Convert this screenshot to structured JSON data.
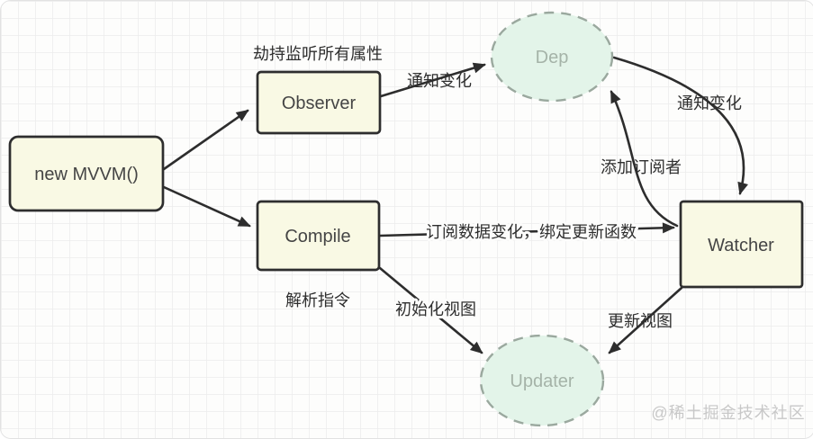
{
  "diagram": {
    "kind": "flowchart",
    "nodes": [
      {
        "id": "new-mvvm",
        "label": "new MVVM()",
        "shape": "rounded-rect"
      },
      {
        "id": "observer",
        "label": "Observer",
        "shape": "rect",
        "note": "劫持监听所有属性"
      },
      {
        "id": "compile",
        "label": "Compile",
        "shape": "rect",
        "note": "解析指令"
      },
      {
        "id": "watcher",
        "label": "Watcher",
        "shape": "rect"
      },
      {
        "id": "dep",
        "label": "Dep",
        "shape": "dashed-ellipse"
      },
      {
        "id": "updater",
        "label": "Updater",
        "shape": "dashed-ellipse"
      }
    ],
    "edges": [
      {
        "from": "new-mvvm",
        "to": "observer",
        "label": ""
      },
      {
        "from": "new-mvvm",
        "to": "compile",
        "label": ""
      },
      {
        "from": "observer",
        "to": "dep",
        "label": "通知变化"
      },
      {
        "from": "dep",
        "to": "watcher",
        "label": "通知变化"
      },
      {
        "from": "watcher",
        "to": "dep",
        "label": "添加订阅者"
      },
      {
        "from": "compile",
        "to": "watcher",
        "label": "订阅数据变化，绑定更新函数"
      },
      {
        "from": "compile",
        "to": "updater",
        "label": "初始化视图"
      },
      {
        "from": "watcher",
        "to": "updater",
        "label": "更新视图"
      }
    ],
    "watermark": "@稀土掘金技术社区"
  },
  "colors": {
    "node_fill": "#f9f9e4",
    "node_border": "#2e2e2e",
    "ellipse_fill": "#e3f4e9",
    "ellipse_border": "#9aa89e",
    "ellipse_text": "#a5b3a8",
    "edge": "#2d2d2d",
    "label_text": "#2e2e2e",
    "grid_line": "#ececec",
    "background": "#fdfdfc",
    "watermark_text": "#c8c8c8"
  }
}
